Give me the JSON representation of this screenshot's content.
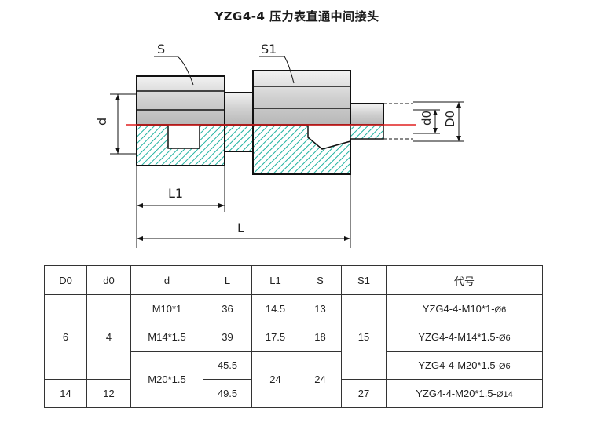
{
  "title": "YZG4-4 压力表直通中间接头",
  "drawing": {
    "labels": {
      "S": "S",
      "S1": "S1",
      "d": "d",
      "L1": "L1",
      "L": "L",
      "d0": "d0",
      "D0": "D0"
    },
    "colors": {
      "hex_body": "#dcdcdc",
      "hatch": "#20b2a0",
      "centerline": "#e02020",
      "outline": "#111111"
    }
  },
  "table": {
    "headers": [
      "D0",
      "d0",
      "d",
      "L",
      "L1",
      "S",
      "S1",
      "代号"
    ],
    "rows": {
      "r1": {
        "D0": "6",
        "d0": "4",
        "d": "M10*1",
        "L": "36",
        "L1": "14.5",
        "S": "13",
        "S1": "15",
        "code": "YZG4-4-M10*1-",
        "dia": "Ø6"
      },
      "r2": {
        "d": "M14*1.5",
        "L": "39",
        "L1": "17.5",
        "S": "18",
        "code": "YZG4-4-M14*1.5-",
        "dia": "Ø6"
      },
      "r3": {
        "d": "M20*1.5",
        "L": "45.5",
        "L1": "24",
        "S": "24",
        "code": "YZG4-4-M20*1.5-",
        "dia": "Ø6"
      },
      "r4": {
        "D0": "14",
        "d0": "12",
        "L": "49.5",
        "S1": "27",
        "code": "YZG4-4-M20*1.5-",
        "dia": "Ø14"
      }
    }
  }
}
